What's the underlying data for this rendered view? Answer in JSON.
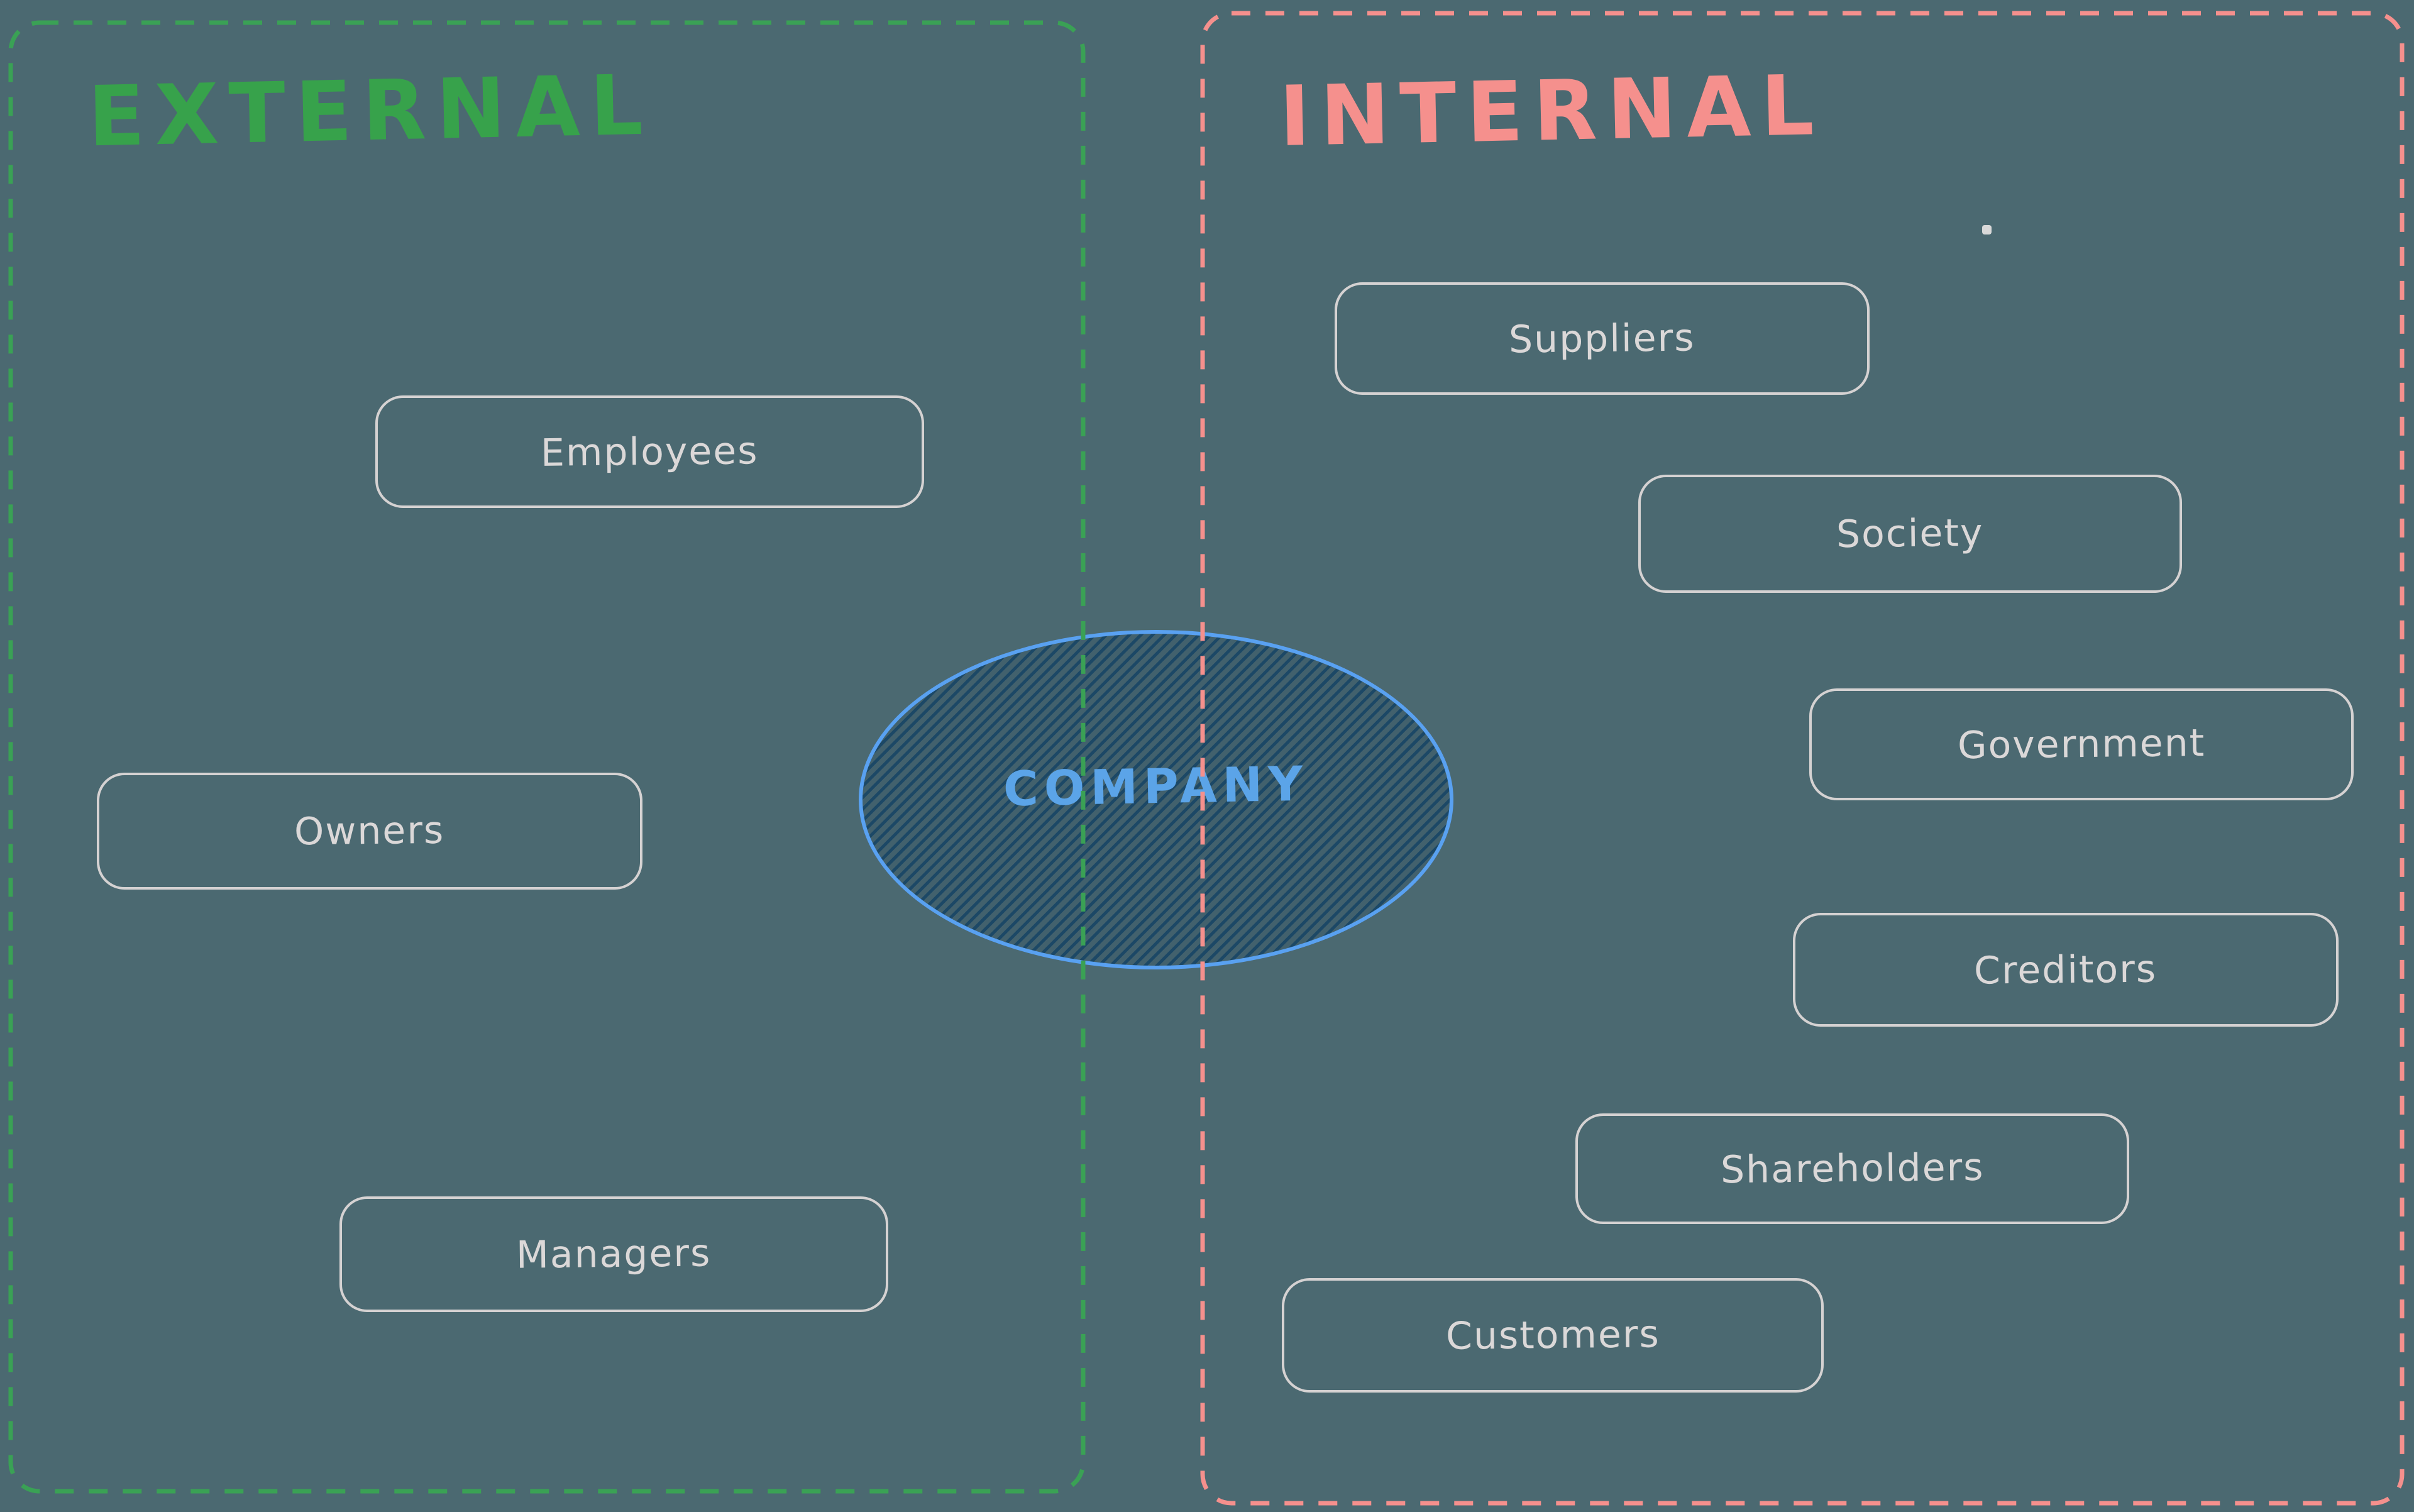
{
  "canvas": {
    "background_color": "#4b6971"
  },
  "regions": {
    "external": {
      "label": "EXTERNAL",
      "title_color": "#37a24b",
      "border_color": "#3aa155",
      "border_style": "dashed"
    },
    "internal": {
      "label": "INTERNAL",
      "title_color": "#f5908d",
      "border_color": "#f5908d",
      "border_style": "dashed"
    }
  },
  "company": {
    "label": "COMPANY",
    "text_color": "#5ba4e8",
    "stroke_color": "#59a1f1",
    "hatch_fill_color": "#1c4866",
    "shape": "ellipse"
  },
  "boxes": [
    {
      "label": "Employees",
      "region": "external"
    },
    {
      "label": "Owners",
      "region": "external"
    },
    {
      "label": "Managers",
      "region": "external"
    },
    {
      "label": "Suppliers",
      "region": "internal"
    },
    {
      "label": "Society",
      "region": "internal"
    },
    {
      "label": "Government",
      "region": "internal"
    },
    {
      "label": "Creditors",
      "region": "internal"
    },
    {
      "label": "Shareholders",
      "region": "internal"
    },
    {
      "label": "Customers",
      "region": "internal"
    }
  ],
  "box_style": {
    "border_color": "#d5d2d2",
    "text_color": "#dbd8d8"
  }
}
